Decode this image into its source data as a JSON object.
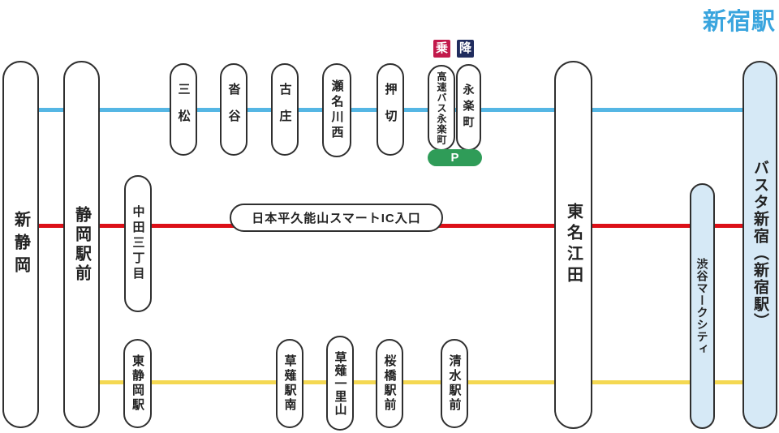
{
  "title": {
    "text": "新宿駅",
    "color": "#3AA5DE"
  },
  "legend": {
    "board": {
      "label": "乗",
      "color": "#C2194B"
    },
    "alight": {
      "label": "降",
      "color": "#202C5E"
    }
  },
  "parking": {
    "label": "P",
    "color": "#2F9C58"
  },
  "lines": {
    "blue": {
      "color": "#55B6E4"
    },
    "red": {
      "color": "#DC1018"
    },
    "yellow": {
      "color": "#F4D852"
    }
  },
  "colors": {
    "highlight_pill": "#D6E9F6"
  },
  "stations": {
    "shin_shizuoka": "新静岡",
    "shizuoka_ekimae": "静岡駅前",
    "mitsumatsu": "三松",
    "kutsunoya": "沓谷",
    "furusho": "古庄",
    "senagawa_nishi": "瀬名川西",
    "oshikiri": "押切",
    "kosoku_bus_eirakucho": "高速バス永楽町",
    "eirakucho": "永楽町",
    "nakada_3chome": "中田三丁目",
    "nihondaira_kunozan_smart_ic_iriguchi": "日本平久能山スマートIC入口",
    "tomei_eda": "東名江田",
    "higashi_shizuoka_eki": "東静岡駅",
    "kusanagi_eki_minami": "草薙駅南",
    "kusanagi_ichiriyama": "草薙一里山",
    "sakurabashi_ekimae": "桜橋駅前",
    "shimizu_ekimae": "清水駅前",
    "shibuya_mark_city": "渋谷マークシティ",
    "busta_shinjuku": "バスタ新宿（新宿駅）"
  }
}
